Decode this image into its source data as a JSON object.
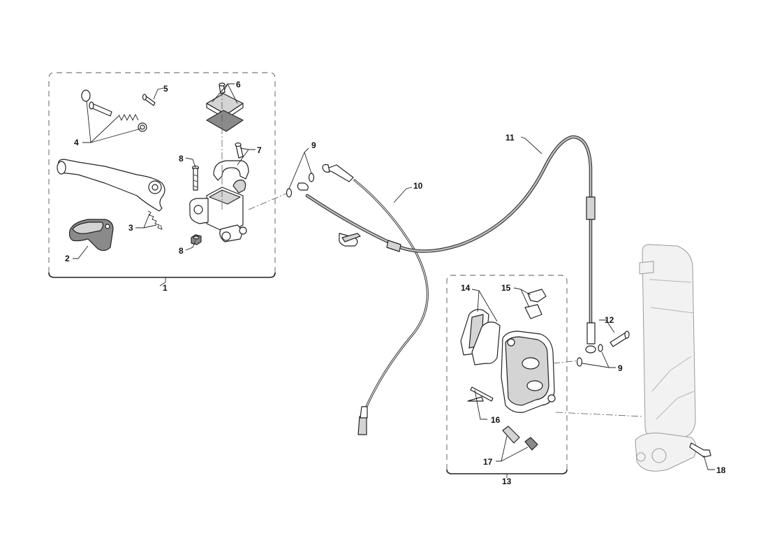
{
  "callouts": {
    "c1": "1",
    "c2": "2",
    "c3": "3",
    "c4": "4",
    "c5": "5",
    "c6": "6",
    "c7": "7",
    "c8a": "8",
    "c8b": "8",
    "c9a": "9",
    "c9b": "9",
    "c10": "10",
    "c11": "11",
    "c12": "12",
    "c13": "13",
    "c14": "14",
    "c15": "15",
    "c16": "16",
    "c17": "17",
    "c18": "18"
  }
}
